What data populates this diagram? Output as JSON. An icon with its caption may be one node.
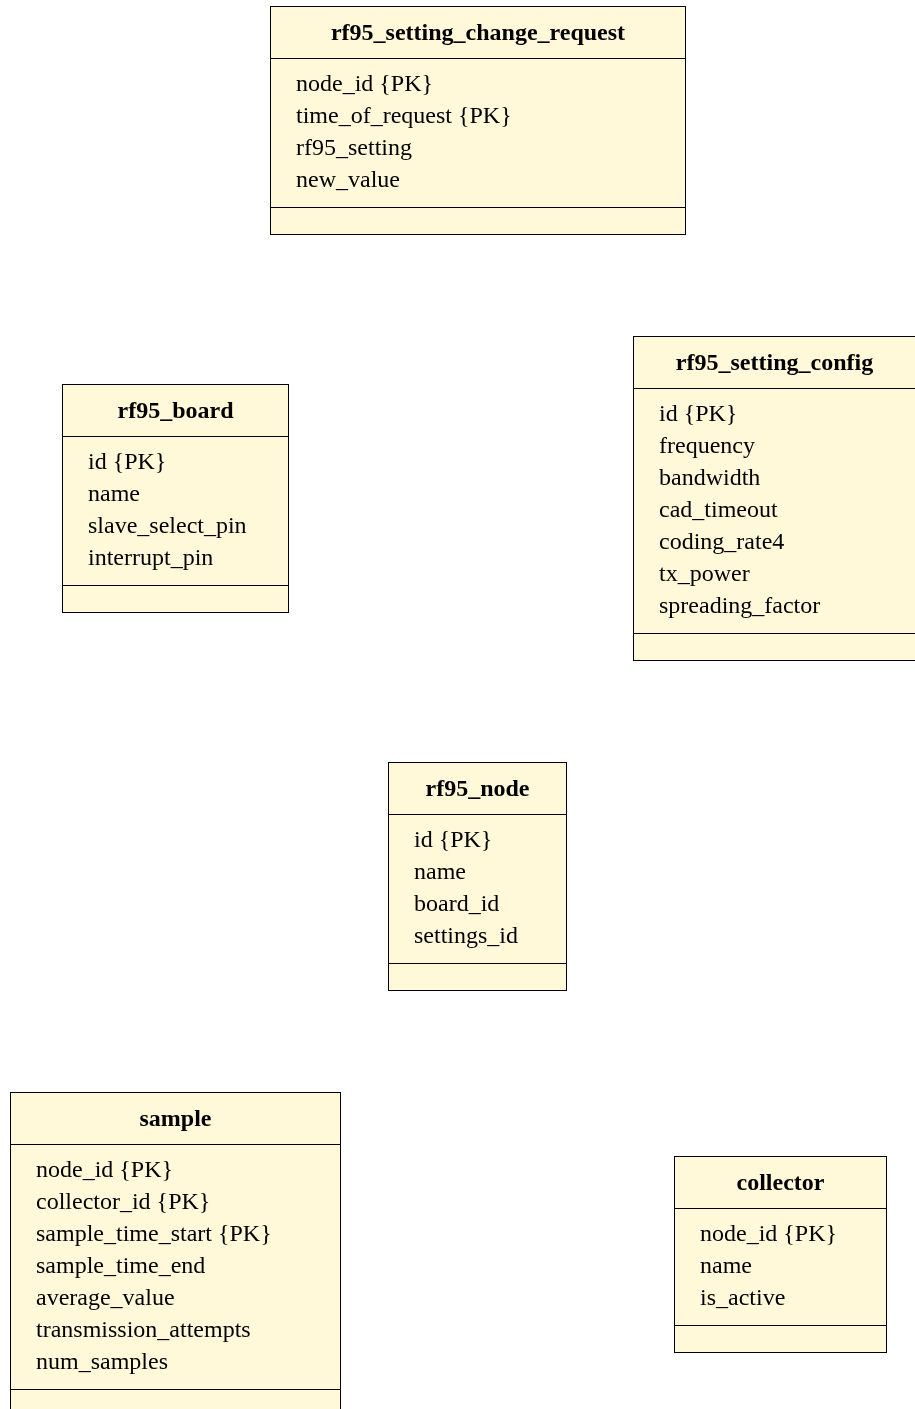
{
  "diagram": {
    "nodes": [
      {
        "text": [
          "rf95_setting_change_request",
          "node_id {PK}",
          "time_of_request {PK}",
          "rf95_setting",
          "new_value"
        ]
      },
      {
        "text": [
          "rf95_board",
          "id {PK}",
          "name",
          "slave_select_pin",
          "interrupt_pin"
        ]
      },
      {
        "text": [
          "rf95_setting_config",
          "id {PK}",
          "frequency",
          "bandwidth",
          "cad_timeout",
          "coding_rate4",
          "tx_power",
          "spreading_factor"
        ]
      },
      {
        "text": [
          "rf95_node",
          "id {PK}",
          "name",
          "board_id",
          "settings_id"
        ]
      },
      {
        "text": [
          "sample",
          "node_id {PK}",
          "collector_id {PK}",
          "sample_time_start {PK}",
          "sample_time_end",
          "average_value",
          "transmission_attempts",
          "num_samples"
        ]
      },
      {
        "text": [
          "collector",
          "node_id {PK}",
          "name",
          "is_active"
        ]
      }
    ],
    "edges": []
  }
}
